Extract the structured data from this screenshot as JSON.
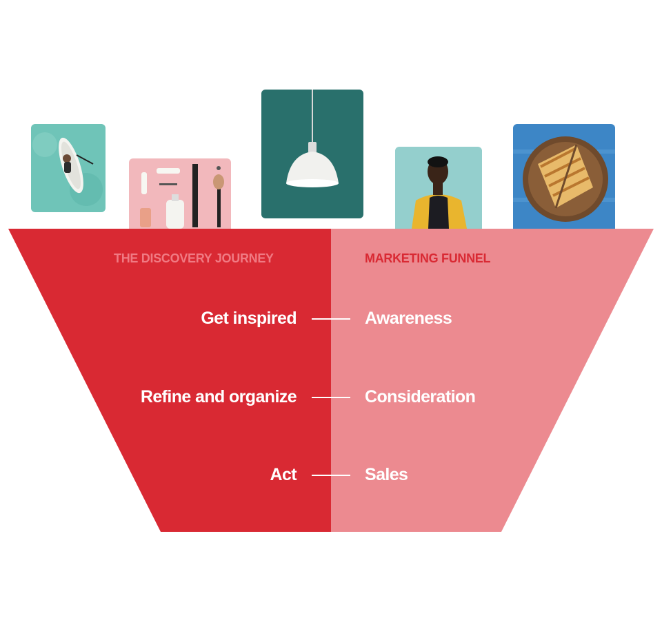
{
  "colors": {
    "left_funnel": "#d92933",
    "right_funnel": "#ec8a90",
    "left_header": "#f07a83",
    "right_header": "#d92933",
    "text": "#ffffff"
  },
  "photos": [
    {
      "name": "paddleboard-photo",
      "subject": "paddleboard on water"
    },
    {
      "name": "beauty-products-photo",
      "subject": "beauty products flat lay"
    },
    {
      "name": "pendant-lamp-photo",
      "subject": "pendant lamp"
    },
    {
      "name": "woman-portrait-photo",
      "subject": "woman in yellow jacket"
    },
    {
      "name": "grilled-sandwich-photo",
      "subject": "grilled sandwich on plate"
    }
  ],
  "left_header": "THE DISCOVERY JOURNEY",
  "right_header": "MARKETING FUNNEL",
  "stages": [
    {
      "journey": "Get inspired",
      "funnel": "Awareness"
    },
    {
      "journey": "Refine and organize",
      "funnel": "Consideration"
    },
    {
      "journey": "Act",
      "funnel": "Sales"
    }
  ]
}
